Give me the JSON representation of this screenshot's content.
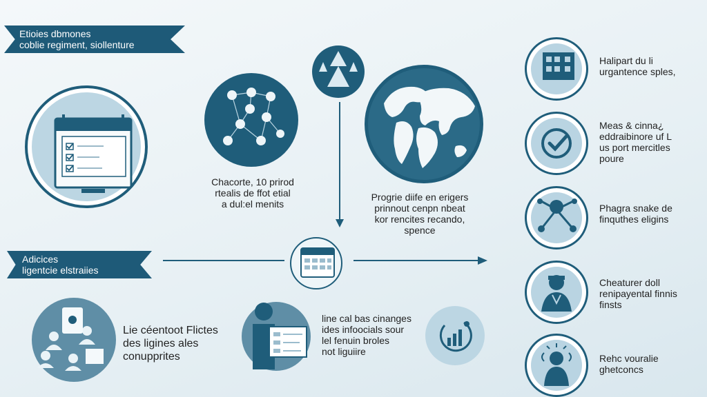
{
  "banners": {
    "top": [
      "Etioies dbmones",
      "coblie regiment, siollenture"
    ],
    "middle": [
      "Adicices",
      "ligentcie elstraiies"
    ]
  },
  "captions": {
    "network": [
      "Chacorte, 10 prirod",
      "rtealis de ffot etial",
      "a dul:el menits"
    ],
    "globe": [
      "Progrie diife en erigers",
      "prinnout cenpn nbeat",
      "kor rencites recando,",
      "spence"
    ],
    "people_group": [
      "Lie céentoot Flictes",
      "des ligines ales",
      "conupprites"
    ],
    "person_board": [
      "line cal bas cinanges",
      "ides infoocials sour",
      "lel fenuin broles",
      "not liguiire"
    ]
  },
  "right_items": [
    {
      "icon": "building-icon",
      "lines": [
        "Halipart du li",
        "urgantence sples,"
      ]
    },
    {
      "icon": "checkmark-icon",
      "lines": [
        "Meas & cinna¿",
        "eddraibinore uf L",
        "us port mercitles",
        "poure"
      ]
    },
    {
      "icon": "network-person-icon",
      "lines": [
        "Phagra snake de",
        "finquthes eligins"
      ]
    },
    {
      "icon": "worker-icon",
      "lines": [
        "Cheaturer doll",
        "renipayental finnis",
        "finsts"
      ]
    },
    {
      "icon": "person-signals-icon",
      "lines": [
        "Rehc vouralie",
        "ghetconcs"
      ]
    }
  ],
  "colors": {
    "primary": "#1f5d7a",
    "pale": "#bcd6e3",
    "text": "#222222"
  }
}
